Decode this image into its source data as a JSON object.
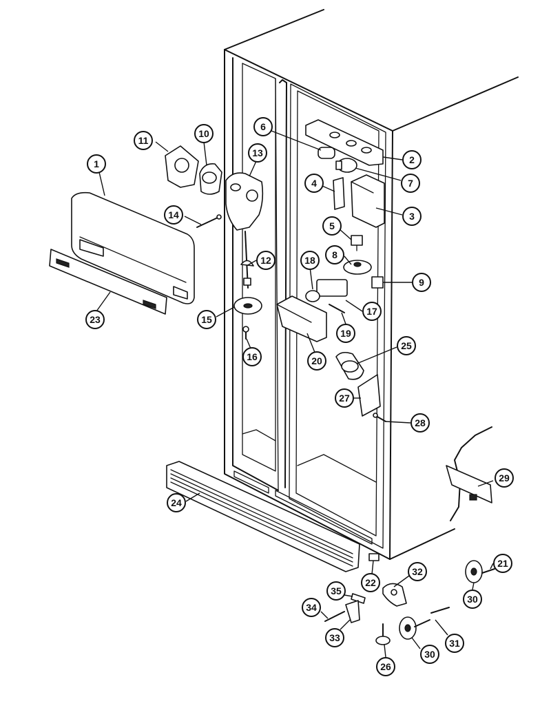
{
  "callouts": [
    {
      "label": "1"
    },
    {
      "label": "2"
    },
    {
      "label": "3"
    },
    {
      "label": "4"
    },
    {
      "label": "5"
    },
    {
      "label": "6"
    },
    {
      "label": "7"
    },
    {
      "label": "8"
    },
    {
      "label": "9"
    },
    {
      "label": "10"
    },
    {
      "label": "11"
    },
    {
      "label": "12"
    },
    {
      "label": "13"
    },
    {
      "label": "14"
    },
    {
      "label": "15"
    },
    {
      "label": "16"
    },
    {
      "label": "17"
    },
    {
      "label": "18"
    },
    {
      "label": "19"
    },
    {
      "label": "20"
    },
    {
      "label": "21"
    },
    {
      "label": "22"
    },
    {
      "label": "23"
    },
    {
      "label": "24"
    },
    {
      "label": "25"
    },
    {
      "label": "26"
    },
    {
      "label": "27"
    },
    {
      "label": "28"
    },
    {
      "label": "29"
    },
    {
      "label": "30"
    },
    {
      "label": "30"
    },
    {
      "label": "31"
    },
    {
      "label": "32"
    },
    {
      "label": "33"
    },
    {
      "label": "34"
    },
    {
      "label": "35"
    }
  ]
}
